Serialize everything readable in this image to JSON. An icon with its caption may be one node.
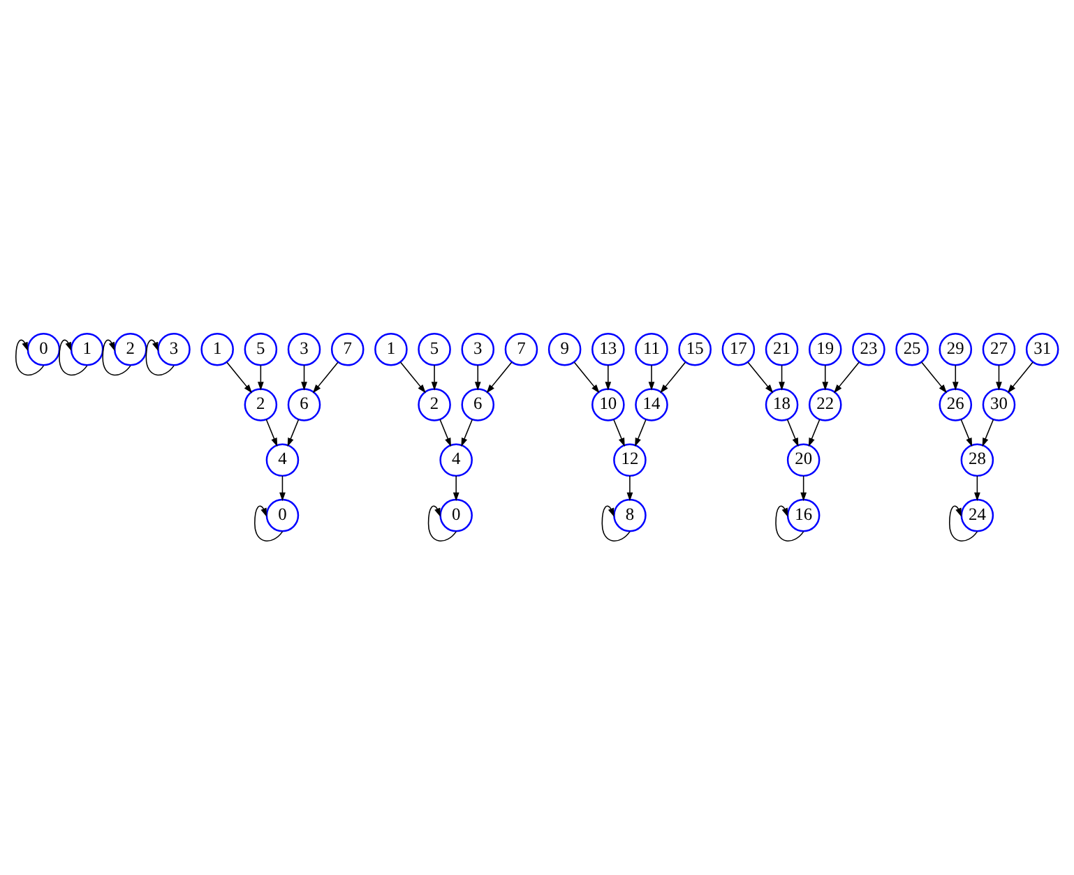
{
  "diagram": {
    "nodes": [
      {
        "text": [
          "0"
        ]
      },
      {
        "text": [
          "1"
        ]
      },
      {
        "text": [
          "2"
        ]
      },
      {
        "text": [
          "3"
        ]
      },
      {
        "text": [
          "1"
        ]
      },
      {
        "text": [
          "5"
        ]
      },
      {
        "text": [
          "3"
        ]
      },
      {
        "text": [
          "7"
        ]
      },
      {
        "text": [
          "2"
        ]
      },
      {
        "text": [
          "6"
        ]
      },
      {
        "text": [
          "4"
        ]
      },
      {
        "text": [
          "0"
        ]
      },
      {
        "text": [
          "1"
        ]
      },
      {
        "text": [
          "5"
        ]
      },
      {
        "text": [
          "3"
        ]
      },
      {
        "text": [
          "7"
        ]
      },
      {
        "text": [
          "9"
        ]
      },
      {
        "text": [
          "13"
        ]
      },
      {
        "text": [
          "11"
        ]
      },
      {
        "text": [
          "15"
        ]
      },
      {
        "text": [
          "17"
        ]
      },
      {
        "text": [
          "21"
        ]
      },
      {
        "text": [
          "19"
        ]
      },
      {
        "text": [
          "23"
        ]
      },
      {
        "text": [
          "25"
        ]
      },
      {
        "text": [
          "29"
        ]
      },
      {
        "text": [
          "27"
        ]
      },
      {
        "text": [
          "31"
        ]
      },
      {
        "text": [
          "2"
        ]
      },
      {
        "text": [
          "6"
        ]
      },
      {
        "text": [
          "10"
        ]
      },
      {
        "text": [
          "14"
        ]
      },
      {
        "text": [
          "18"
        ]
      },
      {
        "text": [
          "22"
        ]
      },
      {
        "text": [
          "26"
        ]
      },
      {
        "text": [
          "30"
        ]
      },
      {
        "text": [
          "4"
        ]
      },
      {
        "text": [
          "12"
        ]
      },
      {
        "text": [
          "20"
        ]
      },
      {
        "text": [
          "28"
        ]
      },
      {
        "text": [
          "0"
        ]
      },
      {
        "text": [
          "8"
        ]
      },
      {
        "text": [
          "16"
        ]
      },
      {
        "text": [
          "24"
        ]
      }
    ],
    "edges": [
      {
        "from": 0,
        "to": 0,
        "arrow": "to"
      },
      {
        "from": 1,
        "to": 1,
        "arrow": "to"
      },
      {
        "from": 2,
        "to": 2,
        "arrow": "to"
      },
      {
        "from": 3,
        "to": 3,
        "arrow": "to"
      },
      {
        "from": 4,
        "to": 8,
        "arrow": "to"
      },
      {
        "from": 5,
        "to": 8,
        "arrow": "to"
      },
      {
        "from": 6,
        "to": 9,
        "arrow": "to"
      },
      {
        "from": 7,
        "to": 9,
        "arrow": "to"
      },
      {
        "from": 8,
        "to": 10,
        "arrow": "to"
      },
      {
        "from": 9,
        "to": 10,
        "arrow": "to"
      },
      {
        "from": 10,
        "to": 11,
        "arrow": "to"
      },
      {
        "from": 11,
        "to": 11,
        "arrow": "to"
      },
      {
        "from": 12,
        "to": 28,
        "arrow": "to"
      },
      {
        "from": 13,
        "to": 28,
        "arrow": "to"
      },
      {
        "from": 14,
        "to": 29,
        "arrow": "to"
      },
      {
        "from": 15,
        "to": 29,
        "arrow": "to"
      },
      {
        "from": 28,
        "to": 36,
        "arrow": "to"
      },
      {
        "from": 29,
        "to": 36,
        "arrow": "to"
      },
      {
        "from": 36,
        "to": 40,
        "arrow": "to"
      },
      {
        "from": 40,
        "to": 40,
        "arrow": "to"
      },
      {
        "from": 16,
        "to": 30,
        "arrow": "to"
      },
      {
        "from": 17,
        "to": 30,
        "arrow": "to"
      },
      {
        "from": 18,
        "to": 31,
        "arrow": "to"
      },
      {
        "from": 19,
        "to": 31,
        "arrow": "to"
      },
      {
        "from": 30,
        "to": 37,
        "arrow": "to"
      },
      {
        "from": 31,
        "to": 37,
        "arrow": "to"
      },
      {
        "from": 37,
        "to": 41,
        "arrow": "to"
      },
      {
        "from": 41,
        "to": 41,
        "arrow": "to"
      },
      {
        "from": 20,
        "to": 32,
        "arrow": "to"
      },
      {
        "from": 21,
        "to": 32,
        "arrow": "to"
      },
      {
        "from": 22,
        "to": 33,
        "arrow": "to"
      },
      {
        "from": 23,
        "to": 33,
        "arrow": "to"
      },
      {
        "from": 32,
        "to": 38,
        "arrow": "to"
      },
      {
        "from": 33,
        "to": 38,
        "arrow": "to"
      },
      {
        "from": 38,
        "to": 42,
        "arrow": "to"
      },
      {
        "from": 42,
        "to": 42,
        "arrow": "to"
      },
      {
        "from": 24,
        "to": 34,
        "arrow": "to"
      },
      {
        "from": 25,
        "to": 34,
        "arrow": "to"
      },
      {
        "from": 26,
        "to": 35,
        "arrow": "to"
      },
      {
        "from": 27,
        "to": 35,
        "arrow": "to"
      },
      {
        "from": 34,
        "to": 39,
        "arrow": "to"
      },
      {
        "from": 35,
        "to": 39,
        "arrow": "to"
      },
      {
        "from": 39,
        "to": 43,
        "arrow": "to"
      },
      {
        "from": 43,
        "to": 43,
        "arrow": "to"
      }
    ]
  }
}
